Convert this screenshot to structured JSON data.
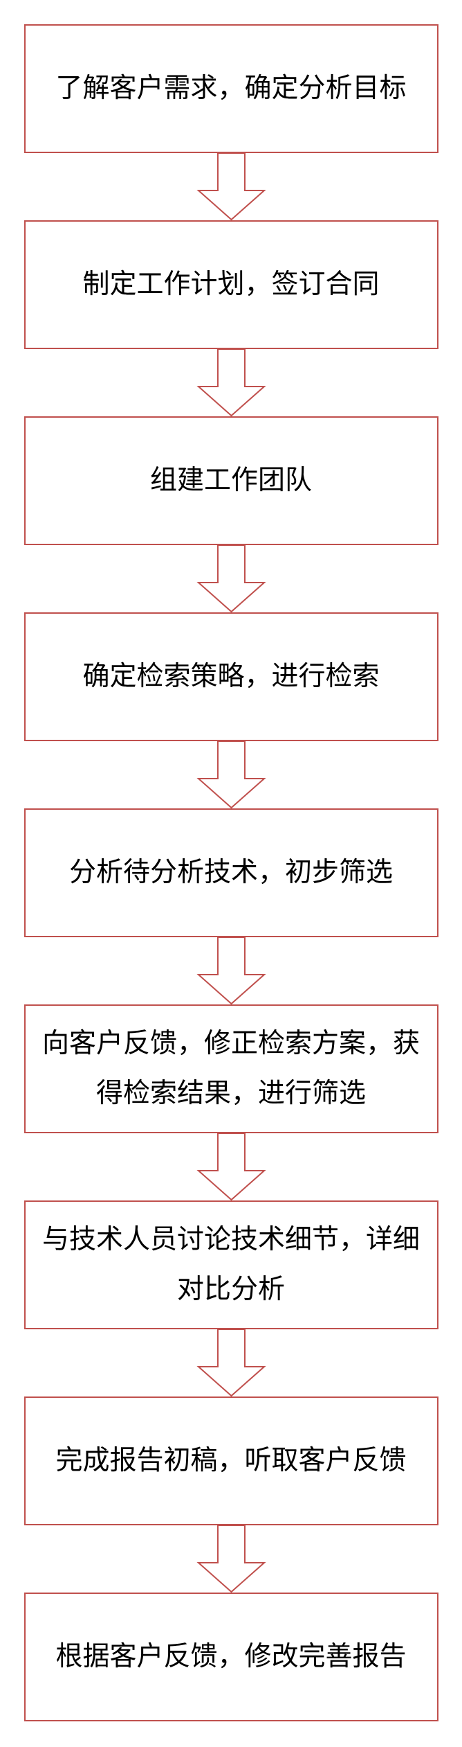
{
  "flowchart": {
    "steps": [
      "了解客户需求，确定分析目标",
      "制定工作计划，签订合同",
      "组建工作团队",
      "确定检索策略，进行检索",
      "分析待分析技术，初步筛选",
      "向客户反馈，修正检索方案，获得检索结果，进行筛选",
      "与技术人员讨论技术细节，详细对比分析",
      "完成报告初稿，听取客户反馈",
      "根据客户反馈，修改完善报告"
    ],
    "arrow_icon": "down-arrow-icon",
    "colors": {
      "border": "#c0504d",
      "text": "#000000",
      "background": "#ffffff"
    }
  }
}
